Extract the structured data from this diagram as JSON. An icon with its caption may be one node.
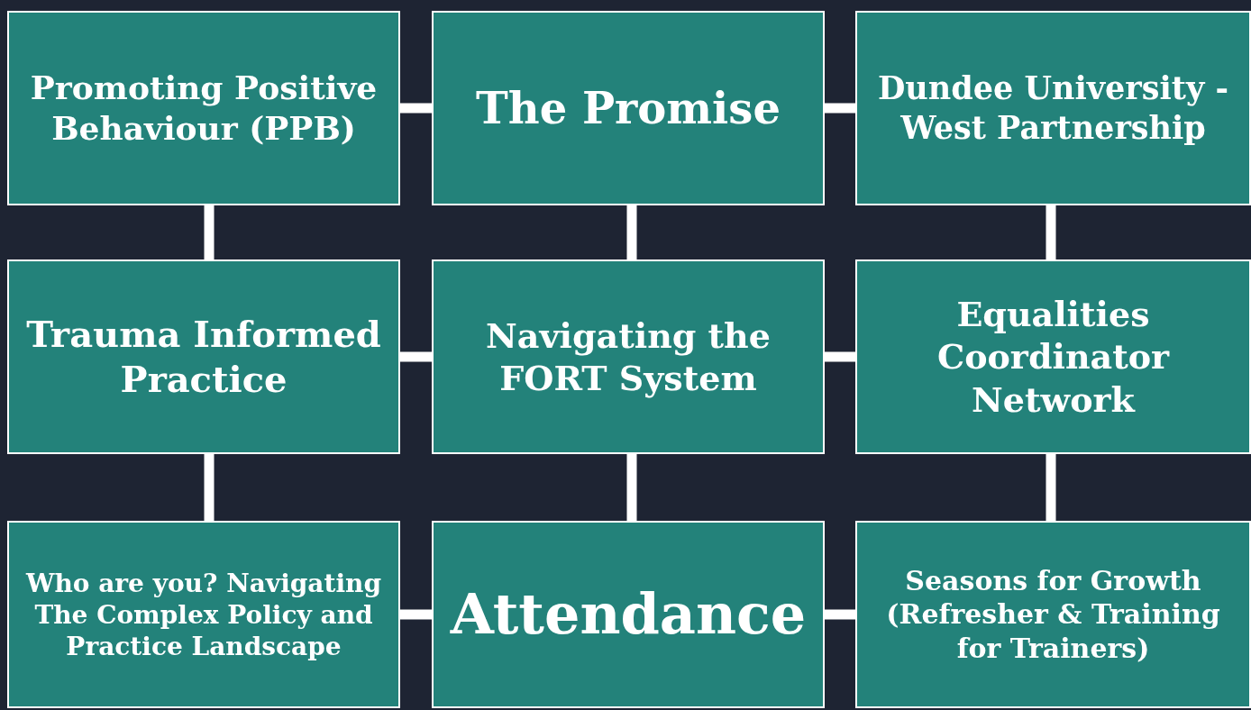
{
  "diagram": {
    "nodes": [
      {
        "text": [
          "Promoting Positive Behaviour (PPB)"
        ]
      },
      {
        "text": [
          "The Promise"
        ]
      },
      {
        "text": [
          "Dundee University - West Partnership"
        ]
      },
      {
        "text": [
          "Trauma Informed Practice"
        ]
      },
      {
        "text": [
          "Navigating the FORT System"
        ]
      },
      {
        "text": [
          "Equalities Coordinator Network"
        ]
      },
      {
        "text": [
          "Who are you? Navigating The Complex Policy and Practice Landscape"
        ]
      },
      {
        "text": [
          "Attendance"
        ]
      },
      {
        "text": [
          "Seasons for Growth (Refresher & Training for Trainers)"
        ]
      }
    ],
    "edges": [
      {
        "from": 0,
        "to": 1,
        "arrow": "none"
      },
      {
        "from": 1,
        "to": 2,
        "arrow": "none"
      },
      {
        "from": 0,
        "to": 3,
        "arrow": "none"
      },
      {
        "from": 1,
        "to": 4,
        "arrow": "none"
      },
      {
        "from": 2,
        "to": 5,
        "arrow": "none"
      },
      {
        "from": 3,
        "to": 4,
        "arrow": "none"
      },
      {
        "from": 4,
        "to": 5,
        "arrow": "none"
      },
      {
        "from": 3,
        "to": 6,
        "arrow": "none"
      },
      {
        "from": 4,
        "to": 7,
        "arrow": "none"
      },
      {
        "from": 5,
        "to": 8,
        "arrow": "none"
      },
      {
        "from": 6,
        "to": 7,
        "arrow": "none"
      },
      {
        "from": 7,
        "to": 8,
        "arrow": "none"
      }
    ]
  }
}
